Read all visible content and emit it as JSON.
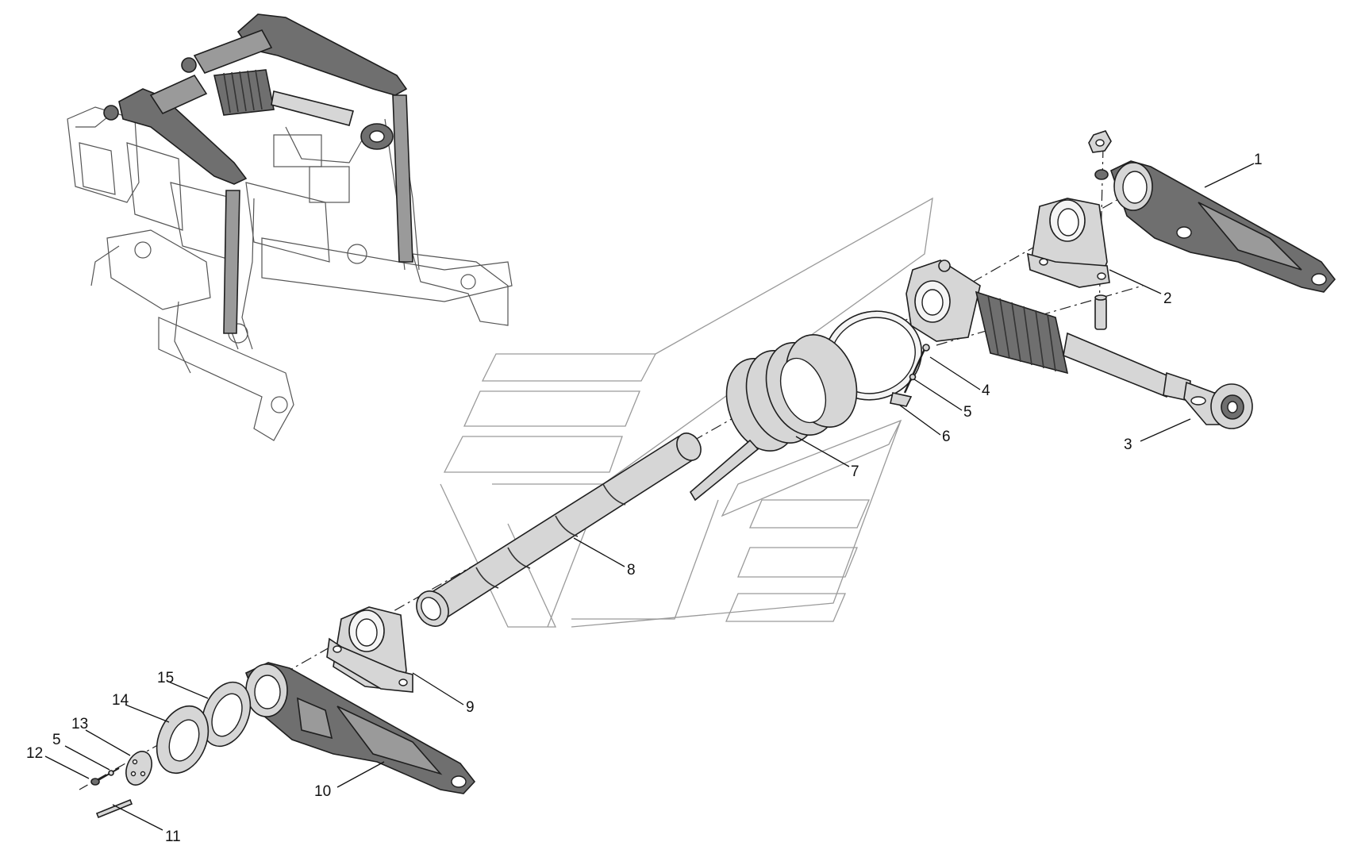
{
  "callouts": [
    {
      "id": "c1",
      "text": "1"
    },
    {
      "id": "c2",
      "text": "2"
    },
    {
      "id": "c3",
      "text": "3"
    },
    {
      "id": "c4",
      "text": "4"
    },
    {
      "id": "c5a",
      "text": "5"
    },
    {
      "id": "c6",
      "text": "6"
    },
    {
      "id": "c7",
      "text": "7"
    },
    {
      "id": "c8",
      "text": "8"
    },
    {
      "id": "c9",
      "text": "9"
    },
    {
      "id": "c10",
      "text": "10"
    },
    {
      "id": "c11",
      "text": "11"
    },
    {
      "id": "c12",
      "text": "12"
    },
    {
      "id": "c5b",
      "text": "5"
    },
    {
      "id": "c13",
      "text": "13"
    },
    {
      "id": "c14",
      "text": "14"
    },
    {
      "id": "c15",
      "text": "15"
    }
  ],
  "colors": {
    "background": "#ffffff",
    "part_dark": "#6f6f6f",
    "part_light": "#d6d6d6",
    "watermark": "#9a9a9a"
  }
}
